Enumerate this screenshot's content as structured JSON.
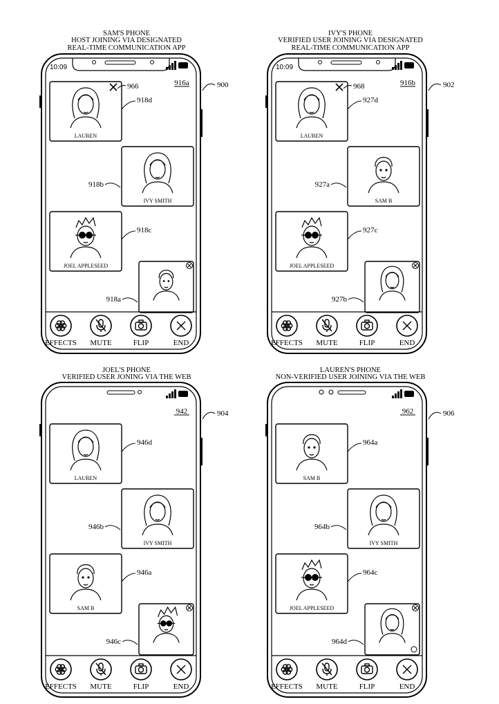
{
  "phones": [
    {
      "header": [
        "SAM'S PHONE",
        "HOST JOINING VIA DESIGNATED",
        "REAL-TIME COMMUNICATION APP"
      ],
      "time": "10:09",
      "ref": "900",
      "screen_ref": "916a",
      "close_ref": "966",
      "tiles": [
        {
          "name": "LAUREN",
          "ref": "918d",
          "face": "female"
        },
        {
          "name": "IVY SMITH",
          "ref": "918b",
          "face": "female"
        },
        {
          "name": "JOEL APPLESEED",
          "ref": "918c",
          "face": "glasses"
        },
        {
          "name": "",
          "ref": "918a",
          "face": "male"
        }
      ],
      "buttons": [
        "EFFECTS",
        "MUTE",
        "FLIP",
        "END"
      ]
    },
    {
      "header": [
        "IVY'S PHONE",
        "VERIFIED USER JOINING VIA DESIGNATED",
        "REAL-TIME COMMUNICATION APP"
      ],
      "time": "10:09",
      "ref": "902",
      "screen_ref": "916b",
      "close_ref": "968",
      "tiles": [
        {
          "name": "LAUREN",
          "ref": "927d",
          "face": "female"
        },
        {
          "name": "SAM B",
          "ref": "927a",
          "face": "male"
        },
        {
          "name": "JOEL APPLESEED",
          "ref": "927c",
          "face": "glasses"
        },
        {
          "name": "",
          "ref": "927b",
          "face": "female"
        }
      ],
      "buttons": [
        "EFFECTS",
        "MUTE",
        "FLIP",
        "END"
      ]
    },
    {
      "header": [
        "JOEL'S PHONE",
        "VERIFIED USER JONING VIA THE WEB"
      ],
      "time": "",
      "ref": "904",
      "screen_ref": "942",
      "close_ref": "",
      "tiles": [
        {
          "name": "LAUREN",
          "ref": "946d",
          "face": "female"
        },
        {
          "name": "IVY SMITH",
          "ref": "946b",
          "face": "female"
        },
        {
          "name": "SAM B",
          "ref": "946a",
          "face": "male"
        },
        {
          "name": "",
          "ref": "946c",
          "face": "glasses"
        }
      ],
      "buttons": [
        "EFFECTS",
        "MUTE",
        "FLIP",
        "END"
      ]
    },
    {
      "header": [
        "LAUREN'S PHONE",
        "NON-VERIFIED USER JOINING VIA THE WEB"
      ],
      "time": "",
      "ref": "906",
      "screen_ref": "962",
      "close_ref": "",
      "tiles": [
        {
          "name": "SAM B",
          "ref": "964a",
          "face": "male"
        },
        {
          "name": "IVY SMITH",
          "ref": "964b",
          "face": "female"
        },
        {
          "name": "JOEL APPLESEED",
          "ref": "964c",
          "face": "glasses"
        },
        {
          "name": "",
          "ref": "964d",
          "face": "female"
        }
      ],
      "buttons": [
        "EFFECTS",
        "MUTE",
        "FLIP",
        "END"
      ]
    }
  ],
  "icons": {
    "buttons": [
      "flower-icon",
      "microphone-muted-icon",
      "camera-flip-icon",
      "close-icon"
    ],
    "status": [
      "signal-icon",
      "battery-icon"
    ],
    "tile": [
      "dismiss-tile-icon",
      "settings-gear-icon"
    ]
  }
}
